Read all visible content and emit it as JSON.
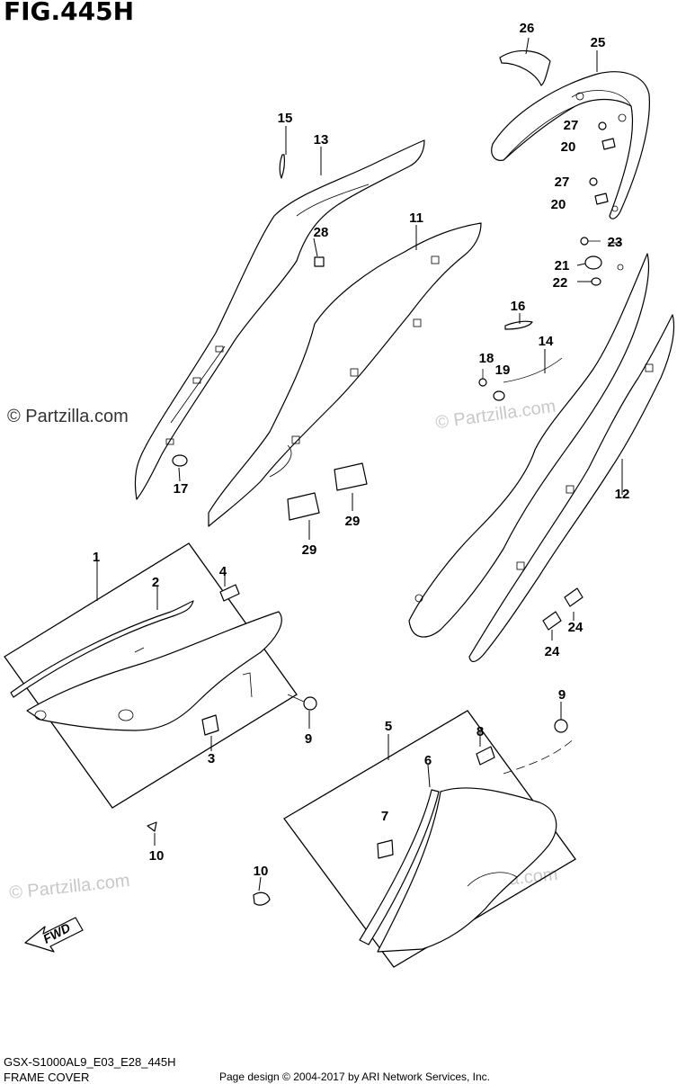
{
  "figure": {
    "title": "FIG.445H",
    "model_code": "GSX-S1000AL9_E03_E28_445H",
    "section_name": "FRAME COVER",
    "credit": "Page design © 2004-2017 by ARI Network Services, Inc."
  },
  "watermark": {
    "text_main": "© Partzilla.com",
    "text_faint": "© Partzilla.com"
  },
  "fwd_arrow": {
    "label": "FWD"
  },
  "callouts": {
    "c1": "1",
    "c2": "2",
    "c3": "3",
    "c4": "4",
    "c5": "5",
    "c6": "6",
    "c7": "7",
    "c8": "8",
    "c9a": "9",
    "c9b": "9",
    "c10a": "10",
    "c10b": "10",
    "c11": "11",
    "c12": "12",
    "c13": "13",
    "c14": "14",
    "c15": "15",
    "c16": "16",
    "c17": "17",
    "c18": "18",
    "c19": "19",
    "c20a": "20",
    "c20b": "20",
    "c21": "21",
    "c22": "22",
    "c23": "23",
    "c24a": "24",
    "c24b": "24",
    "c25": "25",
    "c26": "26",
    "c27a": "27",
    "c27b": "27",
    "c28": "28",
    "c29a": "29",
    "c29b": "29"
  }
}
